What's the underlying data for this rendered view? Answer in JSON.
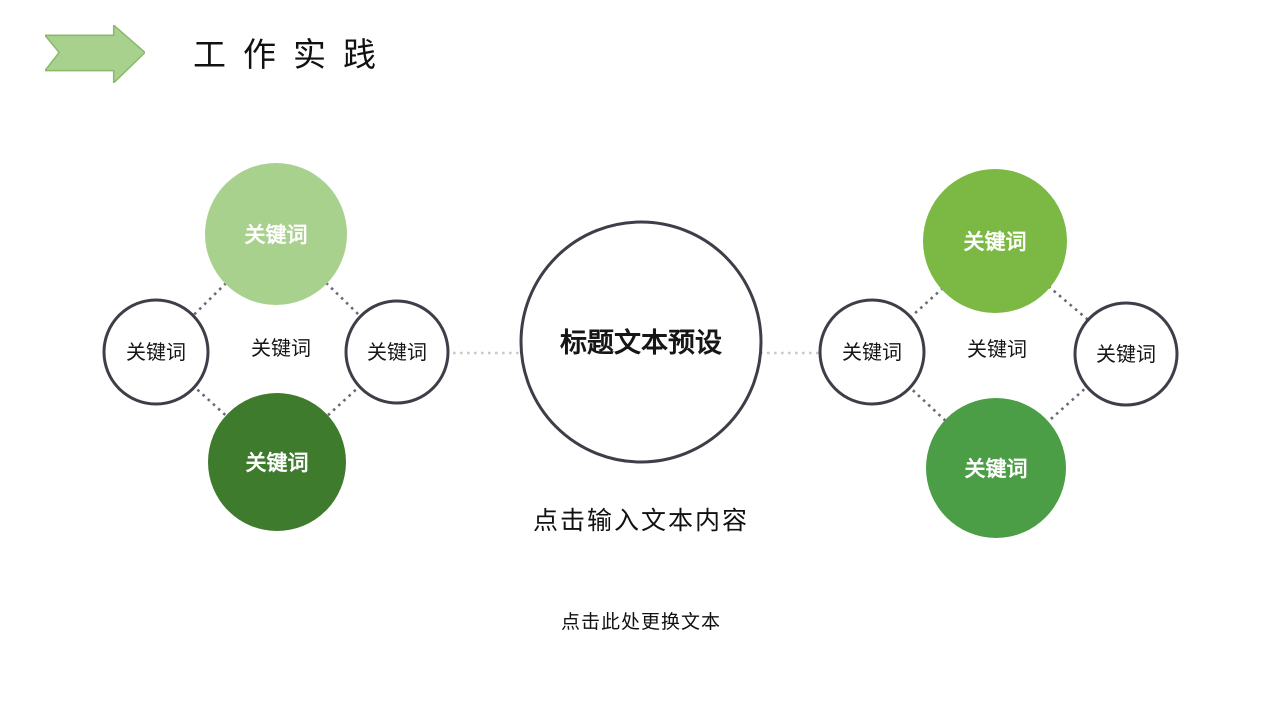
{
  "header": {
    "title": "工作实践"
  },
  "colors": {
    "arrow_fill": "#a9d18e",
    "arrow_stroke": "#8ab86c",
    "left_top_fill": "#a9d18e",
    "left_bottom_fill": "#3e7b2d",
    "right_top_fill": "#7bb944",
    "right_bottom_fill": "#4b9e45",
    "circle_border": "#3e3e49",
    "connector_dark": "#6a6a74",
    "connector_light": "#c9c9c9"
  },
  "hub": {
    "title": "标题文本预设",
    "subtitle": "点击输入文本内容"
  },
  "footer": {
    "caption": "点击此处更换文本"
  },
  "clusters": {
    "left": {
      "top": "关键词",
      "left": "关键词",
      "center": "关键词",
      "right": "关键词",
      "bottom": "关键词"
    },
    "right": {
      "top": "关键词",
      "left": "关键词",
      "center": "关键词",
      "right": "关键词",
      "bottom": "关键词"
    }
  }
}
